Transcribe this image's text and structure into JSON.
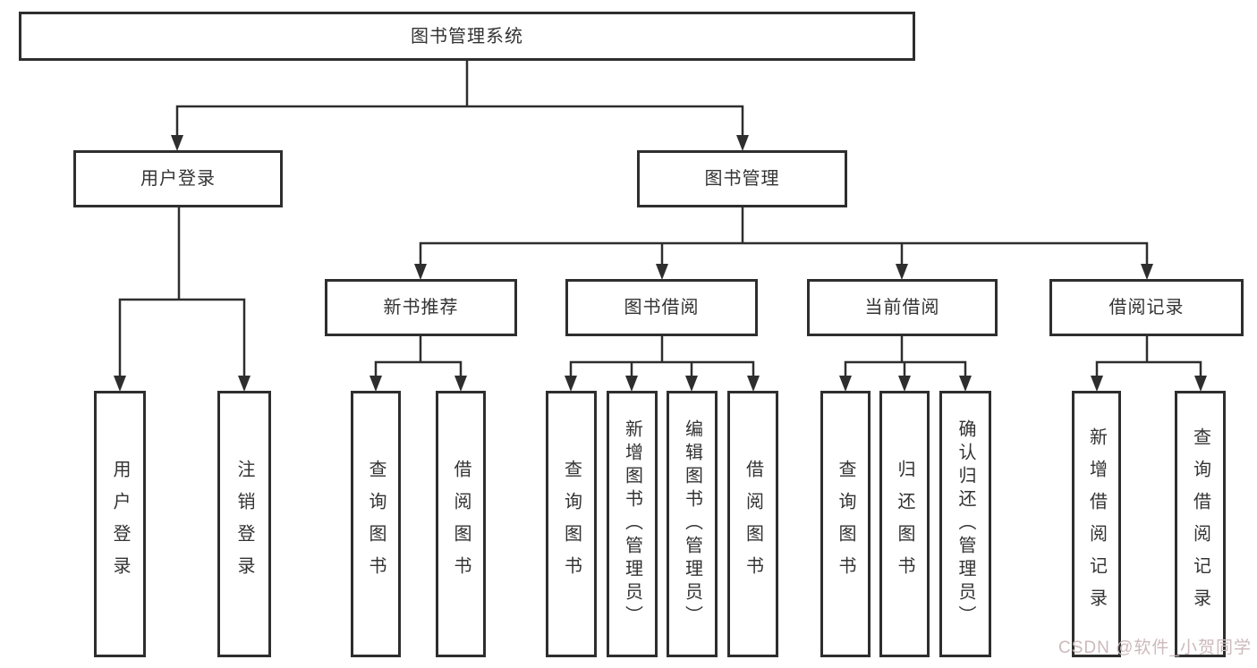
{
  "diagram": {
    "root": {
      "label": "图书管理系统",
      "children": [
        {
          "label": "用户登录",
          "children": [
            {
              "label": "用户登录"
            },
            {
              "label": "注销登录"
            }
          ]
        },
        {
          "label": "图书管理",
          "children": [
            {
              "label": "新书推荐",
              "children": [
                {
                  "label": "查询图书"
                },
                {
                  "label": "借阅图书"
                }
              ]
            },
            {
              "label": "图书借阅",
              "children": [
                {
                  "label": "查询图书"
                },
                {
                  "label": "新增图书（管理员）"
                },
                {
                  "label": "编辑图书（管理员）"
                },
                {
                  "label": "借阅图书"
                }
              ]
            },
            {
              "label": "当前借阅",
              "children": [
                {
                  "label": "查询图书"
                },
                {
                  "label": "归还图书"
                },
                {
                  "label": "确认归还（管理员）"
                }
              ]
            },
            {
              "label": "借阅记录",
              "children": [
                {
                  "label": "新增借阅记录"
                },
                {
                  "label": "查询借阅记录"
                }
              ]
            }
          ]
        }
      ]
    }
  },
  "watermark": {
    "text": "CSDN @软件_小贺同学"
  },
  "colors": {
    "line": "#2e2e2e",
    "text": "#333333",
    "background": "#ffffff",
    "watermark": "#ccb9bc"
  }
}
